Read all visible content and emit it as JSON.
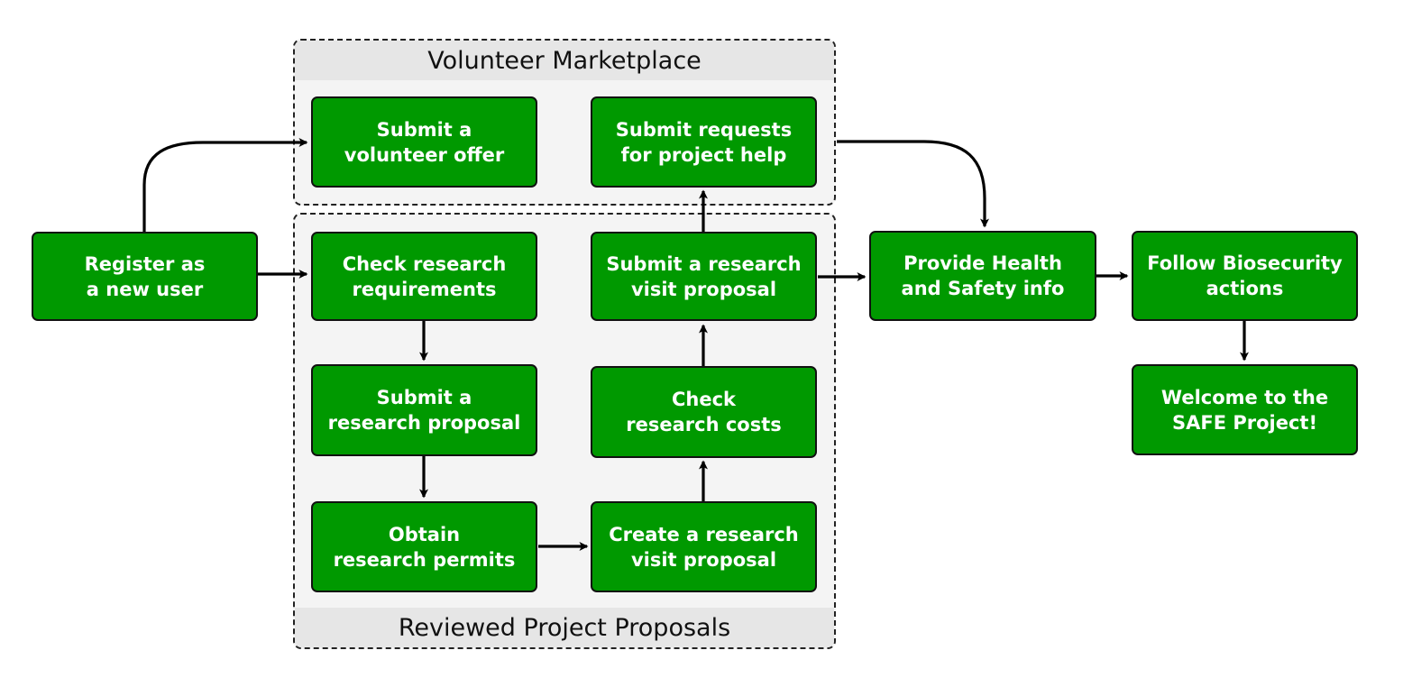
{
  "groups": {
    "marketplace": {
      "title": "Volunteer Marketplace"
    },
    "reviewed": {
      "title": "Reviewed Project Proposals"
    }
  },
  "nodes": {
    "register": "Register as\na new user",
    "volunteer_offer": "Submit a\nvolunteer offer",
    "requests_help": "Submit requests\nfor project help",
    "check_requirements": "Check research\nrequirements",
    "submit_visit_proposal": "Submit a research\nvisit proposal",
    "research_proposal": "Submit a\nresearch proposal",
    "check_costs": "Check\nresearch costs",
    "obtain_permits": "Obtain\nresearch permits",
    "create_visit_proposal": "Create a research\nvisit proposal",
    "health_safety": "Provide Health\nand Safety info",
    "biosecurity": "Follow Biosecurity\nactions",
    "welcome": "Welcome to the\nSAFE Project!"
  },
  "colors": {
    "node_fill": "#009900",
    "node_text": "#ffffff",
    "group_fill": "#f4f4f4",
    "group_header": "#e6e6e6",
    "stroke": "#111111"
  }
}
